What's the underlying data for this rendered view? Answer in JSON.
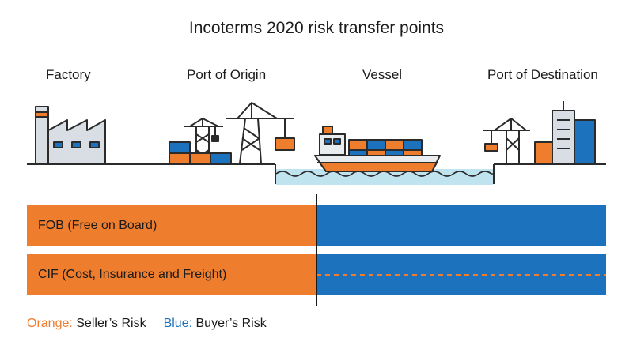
{
  "title": "Incoterms 2020 risk transfer points",
  "locations": [
    "Factory",
    "Port of Origin",
    "Vessel",
    "Port of Destination"
  ],
  "colors": {
    "seller": "#ef7d2e",
    "buyer": "#1c72bd",
    "outline": "#2b2b2b",
    "building": "#d8dee3",
    "water": "#bfe3ef",
    "hull": "#e8ecef"
  },
  "terms": [
    {
      "label": "FOB (Free on Board)"
    },
    {
      "label": "CIF (Cost, Insurance and Freight)"
    }
  ],
  "legend": {
    "seller_key": "Orange:",
    "seller_text": " Seller’s Risk",
    "buyer_key": "Blue:",
    "buyer_text": " Buyer’s Risk"
  },
  "icons": [
    "factory-icon",
    "port-cranes-icon",
    "container-ship-icon",
    "city-port-icon"
  ]
}
